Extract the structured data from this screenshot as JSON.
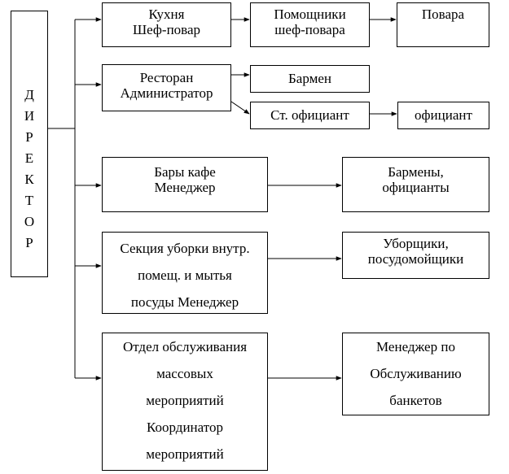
{
  "director": {
    "letters": [
      "Д",
      "И",
      "Р",
      "Е",
      "К",
      "Т",
      "О",
      "Р"
    ]
  },
  "kitchen": {
    "head": {
      "lines": [
        "Кухня",
        "Шеф-повар"
      ]
    },
    "assistants": {
      "lines": [
        "Помощники",
        "шеф-повара"
      ]
    },
    "cooks": {
      "lines": [
        "Повара"
      ]
    }
  },
  "restaurant": {
    "head": {
      "lines": [
        "Ресторан",
        "Администратор"
      ]
    },
    "barman": {
      "lines": [
        "Бармен"
      ]
    },
    "senior_waiter": {
      "lines": [
        "Ст. официант"
      ]
    },
    "waiter": {
      "lines": [
        "официант"
      ]
    }
  },
  "bars": {
    "head": {
      "lines": [
        "Бары кафе",
        "Менеджер"
      ]
    },
    "staff": {
      "lines": [
        "Бармены,",
        "официанты"
      ]
    }
  },
  "cleaning": {
    "head": {
      "lines": [
        "Секция уборки внутр.",
        "помещ. и мытья",
        "посуды Менеджер"
      ]
    },
    "staff": {
      "lines": [
        "Уборщики,",
        "посудомойщики"
      ]
    }
  },
  "events": {
    "head": {
      "lines": [
        "Отдел обслуживания",
        "массовых",
        "мероприятий",
        "Координатор",
        "мероприятий"
      ]
    },
    "staff": {
      "lines": [
        "Менеджер по",
        "Обслуживанию",
        "банкетов"
      ]
    }
  }
}
